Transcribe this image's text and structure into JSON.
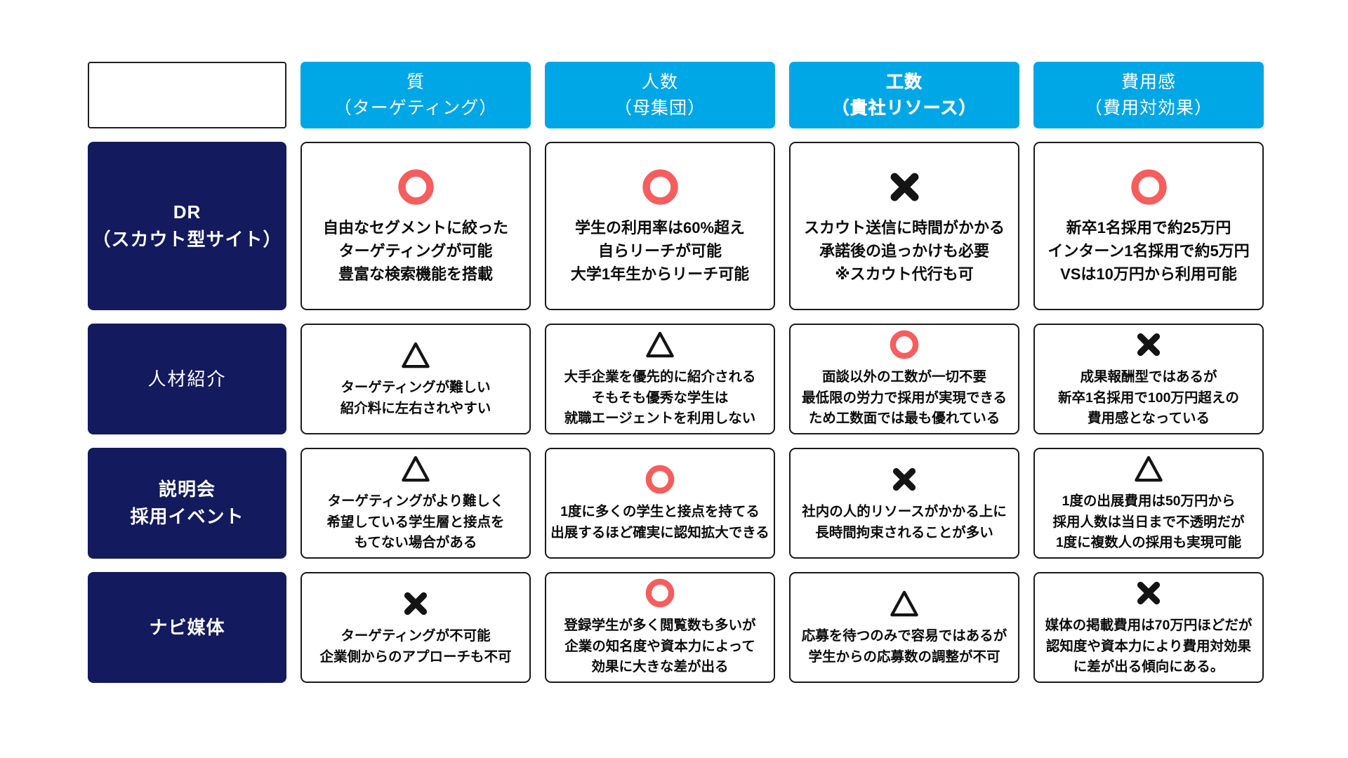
{
  "palette": {
    "header_bg": "#00A7E6",
    "label_bg": "#131A5E",
    "mark_red": "#F75D5D",
    "ink": "#141414",
    "cell_border": "#1A1A1A"
  },
  "columns": [
    {
      "text": "質\n（ターゲティング）",
      "emphasis": false
    },
    {
      "text": "人数\n（母集団）",
      "emphasis": false
    },
    {
      "text": "工数\n（貴社リソース）",
      "emphasis": true
    },
    {
      "text": "費用感\n（費用対効果）",
      "emphasis": false
    }
  ],
  "rows": [
    {
      "label": "DR\n（スカウト型サイト）",
      "label_light": false,
      "cells": [
        {
          "icon": "circle",
          "text": "自由なセグメントに絞った\nターゲティングが可能\n豊富な検索機能を搭載"
        },
        {
          "icon": "circle",
          "text": "学生の利用率は60%超え\n自らリーチが可能\n大学1年生からリーチ可能"
        },
        {
          "icon": "cross",
          "text": "スカウト送信に時間がかかる\n承諾後の追っかけも必要\n※スカウト代行も可"
        },
        {
          "icon": "circle",
          "text": "新卒1名採用で約25万円\nインターン1名採用で約5万円\nVSは10万円から利用可能"
        }
      ]
    },
    {
      "label": "人材紹介",
      "label_light": true,
      "cells": [
        {
          "icon": "triangle",
          "text": "ターゲティングが難しい\n紹介料に左右されやすい"
        },
        {
          "icon": "triangle",
          "text": "大手企業を優先的に紹介される\nそもそも優秀な学生は\n就職エージェントを利用しない"
        },
        {
          "icon": "circle",
          "text": "面談以外の工数が一切不要\n最低限の労力で採用が実現できる\nため工数面では最も優れている"
        },
        {
          "icon": "cross",
          "text": "成果報酬型ではあるが\n新卒1名採用で100万円超えの\n費用感となっている"
        }
      ]
    },
    {
      "label": "説明会\n採用イベント",
      "label_light": false,
      "cells": [
        {
          "icon": "triangle",
          "text": "ターゲティングがより難しく\n希望している学生層と接点を\nもてない場合がある"
        },
        {
          "icon": "circle",
          "text": "1度に多くの学生と接点を持てる\n出展するほど確実に認知拡大できる"
        },
        {
          "icon": "cross",
          "text": "社内の人的リソースがかかる上に\n長時間拘束されることが多い"
        },
        {
          "icon": "triangle",
          "text": "1度の出展費用は50万円から\n採用人数は当日まで不透明だが\n1度に複数人の採用も実現可能"
        }
      ]
    },
    {
      "label": "ナビ媒体",
      "label_light": false,
      "cells": [
        {
          "icon": "cross",
          "text": "ターゲティングが不可能\n企業側からのアプローチも不可"
        },
        {
          "icon": "circle",
          "text": "登録学生が多く閲覧数も多いが\n企業の知名度や資本力によって\n効果に大きな差が出る"
        },
        {
          "icon": "triangle",
          "text": "応募を待つのみで容易ではあるが\n学生からの応募数の調整が不可"
        },
        {
          "icon": "cross",
          "text": "媒体の掲載費用は70万円ほどだが\n認知度や資本力により費用対効果\nに差が出る傾向にある。"
        }
      ]
    }
  ]
}
